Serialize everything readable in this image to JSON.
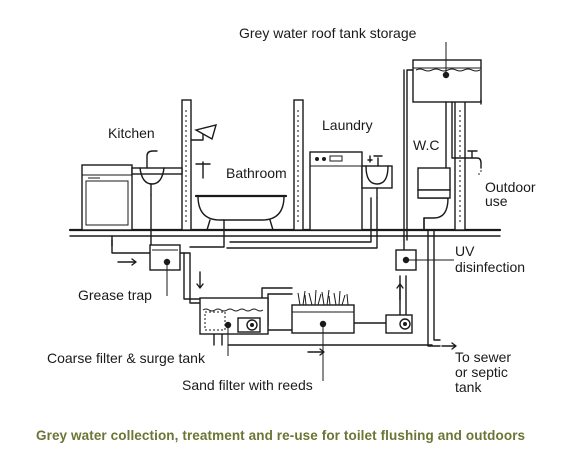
{
  "labels": {
    "roof_tank": "Grey water roof tank storage",
    "kitchen": "Kitchen",
    "laundry": "Laundry",
    "wc": "W.C",
    "bathroom": "Bathroom",
    "outdoor_line1": "Outdoor",
    "outdoor_line2": "use",
    "uv_line1": "UV",
    "uv_line2": "disinfection",
    "grease_trap": "Grease trap",
    "coarse_filter": "Coarse filter & surge tank",
    "sand_filter": "Sand filter with reeds",
    "sewer_line1": "To sewer",
    "sewer_line2": "or septic",
    "sewer_line3": "tank"
  },
  "caption": "Grey water collection, treatment and re-use for toilet flushing and outdoors",
  "colors": {
    "caption": "#6b7534",
    "ink": "#1a1a1a",
    "background": "#ffffff"
  }
}
